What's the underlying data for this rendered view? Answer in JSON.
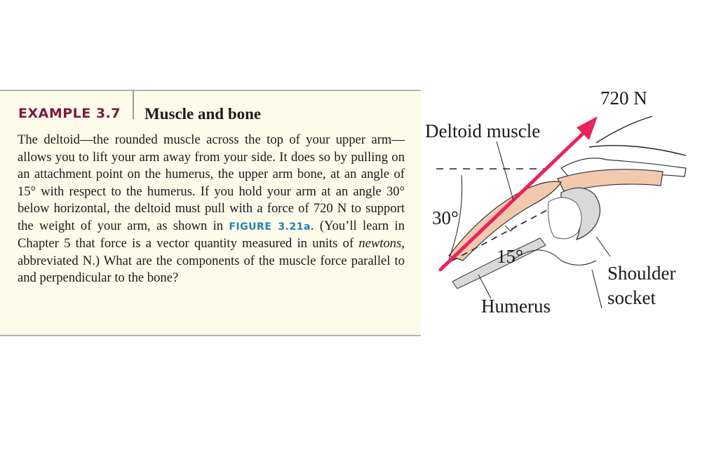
{
  "example": {
    "label": "EXAMPLE 3.7",
    "title": "Muscle and bone",
    "body_part1": "The deltoid—the rounded muscle across the top of your upper arm—allows you to lift your arm away from your side. It does so by pulling on an attachment point on the humerus, the upper arm bone, at an angle of 15° with respect to the humerus. If you hold your arm at an angle 30° below horizontal, the deltoid must pull with a force of 720 N to support the weight of your arm, as shown in ",
    "figure_ref": "FIGURE 3.21a",
    "body_part2": ". (You’ll learn in Chapter 5 that force is a vector quantity measured in units of ",
    "body_italic": "newtons",
    "body_part3": ", abbreviated N.) What are the components of the muscle force parallel to and perpendicular to the bone?"
  },
  "figure": {
    "force_label": "720 N",
    "muscle_label": "Deltoid muscle",
    "angle_arm": "30°",
    "angle_pull": "15°",
    "humerus_label": "Humerus",
    "socket_label_line1": "Shoulder",
    "socket_label_line2": "socket",
    "arrow_color": "#e8245a",
    "muscle_color": "#f2c9ae"
  }
}
